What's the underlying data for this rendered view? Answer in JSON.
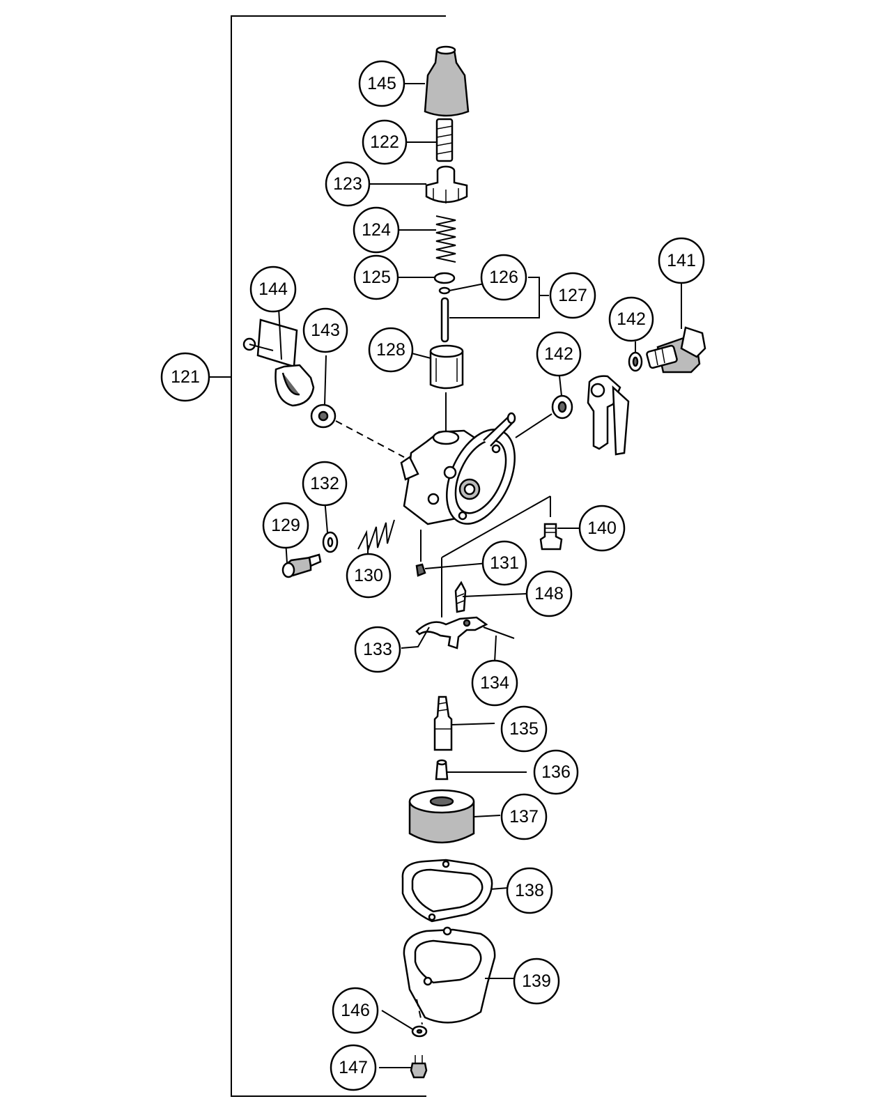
{
  "callouts": [
    {
      "id": "c121",
      "label": "121"
    },
    {
      "id": "c122",
      "label": "122"
    },
    {
      "id": "c123",
      "label": "123"
    },
    {
      "id": "c124",
      "label": "124"
    },
    {
      "id": "c125",
      "label": "125"
    },
    {
      "id": "c126",
      "label": "126"
    },
    {
      "id": "c127",
      "label": "127"
    },
    {
      "id": "c128",
      "label": "128"
    },
    {
      "id": "c129",
      "label": "129"
    },
    {
      "id": "c130",
      "label": "130"
    },
    {
      "id": "c131",
      "label": "131"
    },
    {
      "id": "c132",
      "label": "132"
    },
    {
      "id": "c133",
      "label": "133"
    },
    {
      "id": "c134",
      "label": "134"
    },
    {
      "id": "c135",
      "label": "135"
    },
    {
      "id": "c136",
      "label": "136"
    },
    {
      "id": "c137",
      "label": "137"
    },
    {
      "id": "c138",
      "label": "138"
    },
    {
      "id": "c139",
      "label": "139"
    },
    {
      "id": "c140",
      "label": "140"
    },
    {
      "id": "c141",
      "label": "141"
    },
    {
      "id": "c142a",
      "label": "142"
    },
    {
      "id": "c142b",
      "label": "142"
    },
    {
      "id": "c143",
      "label": "143"
    },
    {
      "id": "c144",
      "label": "144"
    },
    {
      "id": "c145",
      "label": "145"
    },
    {
      "id": "c146",
      "label": "146"
    },
    {
      "id": "c147",
      "label": "147"
    },
    {
      "id": "c148",
      "label": "148"
    }
  ]
}
